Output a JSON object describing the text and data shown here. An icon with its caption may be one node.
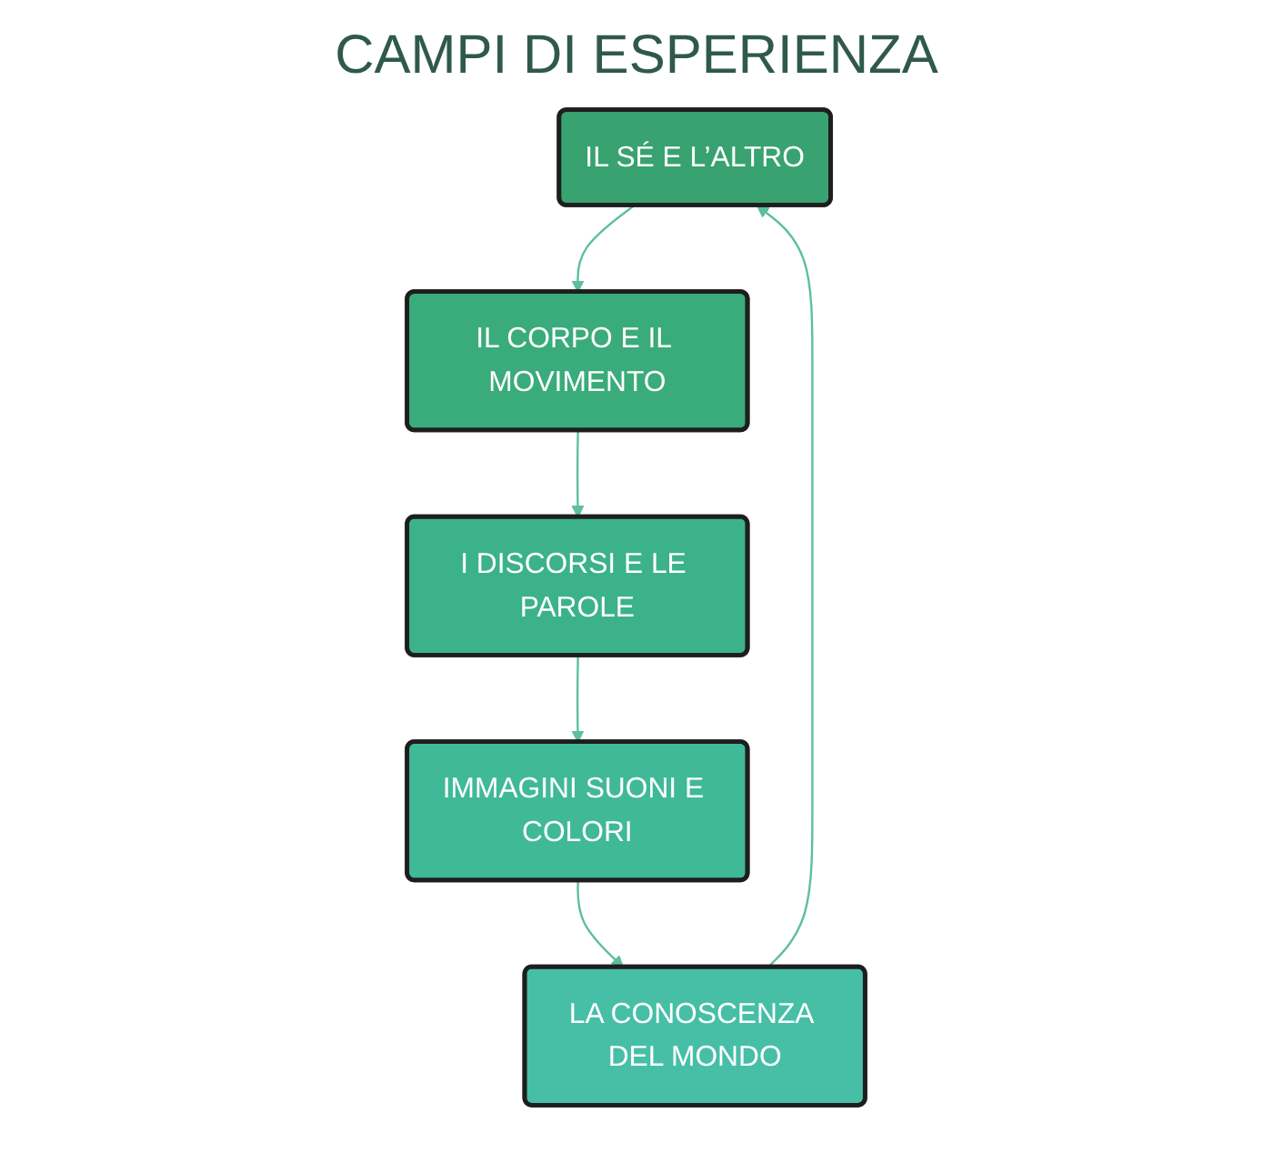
{
  "diagram": {
    "title": "CAMPI DI ESPERIENZA",
    "nodes": [
      {
        "text": [
          "IL SÉ E L’ALTRO"
        ]
      },
      {
        "text": [
          "IL CORPO E IL MOVIMENTO"
        ]
      },
      {
        "text": [
          "I DISCORSI E LE PAROLE"
        ]
      },
      {
        "text": [
          "IMMAGINI SUONI E COLORI"
        ]
      },
      {
        "text": [
          "LA CONOSCENZA DEL MONDO"
        ]
      }
    ],
    "edges": [
      {
        "from": 0,
        "to": 1,
        "arrow": "to"
      },
      {
        "from": 1,
        "to": 2,
        "arrow": "to"
      },
      {
        "from": 2,
        "to": 3,
        "arrow": "to"
      },
      {
        "from": 3,
        "to": 4,
        "arrow": "to"
      },
      {
        "from": 4,
        "to": 0,
        "arrow": "to"
      }
    ]
  }
}
